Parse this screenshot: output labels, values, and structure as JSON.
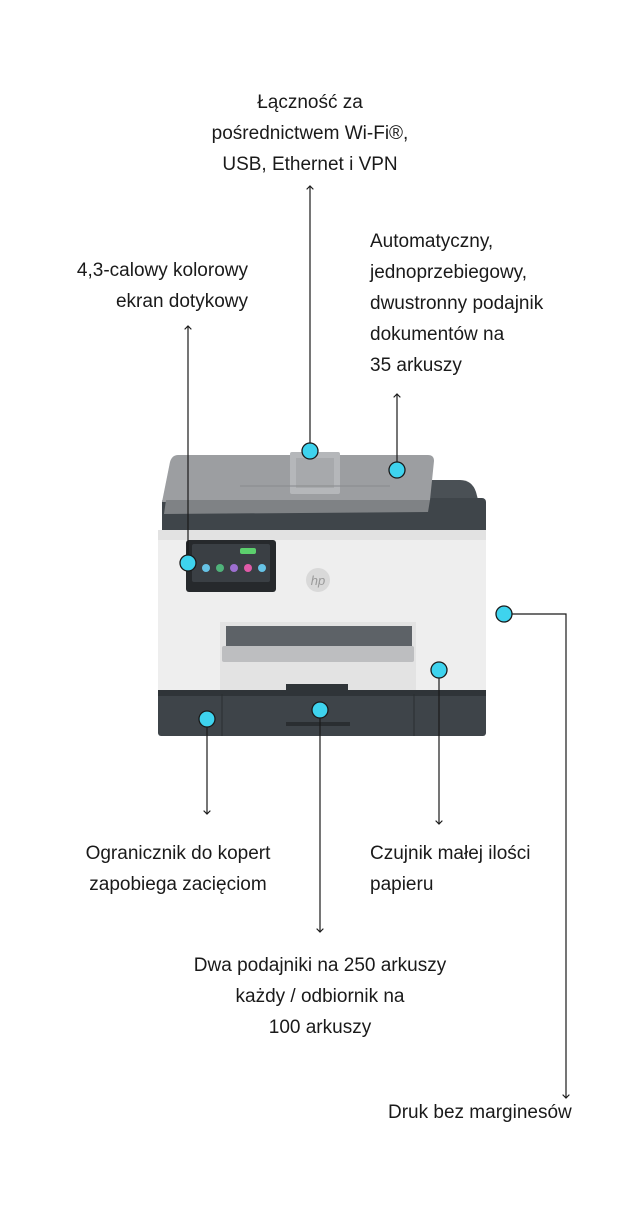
{
  "labels": {
    "connectivity": "Łączność za\npośrednictwem Wi-Fi®,\nUSB, Ethernet i VPN",
    "touchscreen": "4,3-calowy kolorowy\nekran dotykowy",
    "adf": "Automatyczny,\njednoprzebiegowy,\ndwustronny podajnik\ndokumentów na\n35 arkuszy",
    "envelope_stop": "Ogranicznik do kopert\nzapobiega zacięciom",
    "paper_sensor": "Czujnik małej ilości\npapieru",
    "trays": "Dwa podajniki na 250 arkuszy\nkażdy / odbiornik na\n100 arkuszy",
    "borderless": "Druk bez marginesów"
  },
  "colors": {
    "callout_dot": "#3ed3ee",
    "line": "#1a1a1a",
    "printer_body": "#eeeeee",
    "printer_dark": "#3d4348",
    "scanner_lid": "#9a9c9e"
  },
  "icons": {
    "brand_logo": "hp-logo"
  },
  "brand": {
    "logo_text": "hp"
  }
}
